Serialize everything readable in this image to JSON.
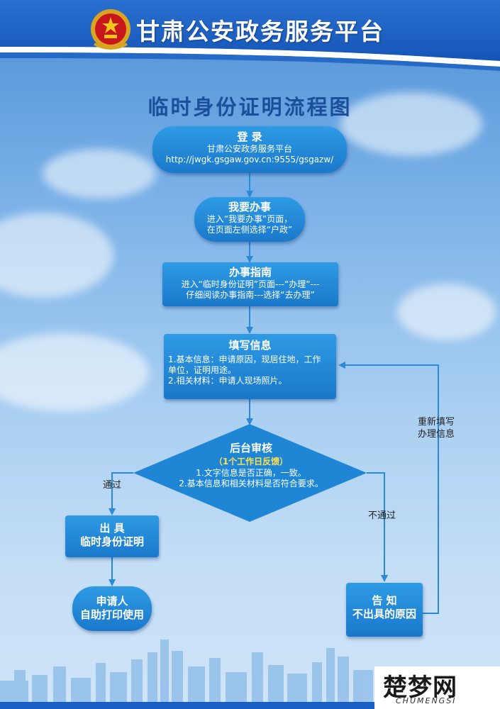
{
  "header": {
    "title": "甘肃公安政务服务平台"
  },
  "page_title": "临时身份证明流程图",
  "colors": {
    "node": "#1f86d6",
    "title": "#1b4f99",
    "accent_yellow": "#ffe14a",
    "connector": "#2a8ad8"
  },
  "nodes": {
    "login": {
      "title": "登 录",
      "lines": [
        "甘肃公安政务服务平台",
        "http://jwgk.gsgaw.gov.cn:9555/gsgazw/"
      ]
    },
    "my_business": {
      "title": "我要办事",
      "lines": [
        "进入“我要办事”页面，",
        "在页面左侧选择“户政”"
      ]
    },
    "guide": {
      "title": "办事指南",
      "lines": [
        "进入“临时身份证明”页面---“办理”---",
        "仔细阅读办事指南---选择“去办理”"
      ]
    },
    "fill_info": {
      "title": "填写信息",
      "lines": [
        "1.基本信息：申请原因，现居住地，工作",
        "单位，证明用途。",
        "2.相关材料：申请人现场照片。"
      ]
    },
    "review": {
      "title": "后台审核",
      "subtitle": "（1个工作日反馈）",
      "lines": [
        "1.文字信息是否正确，一致。",
        "2.基本信息和相关材料是否符合要求。"
      ]
    },
    "issue": {
      "title": "出 具",
      "lines": [
        "临时身份证明"
      ]
    },
    "self_print": {
      "title": "申请人",
      "lines": [
        "自助打印使用"
      ]
    },
    "notify": {
      "title": "告 知",
      "lines": [
        "不出具的原因"
      ]
    }
  },
  "edge_labels": {
    "pass": "通过",
    "fail": "不通过",
    "refill": [
      "重新填写",
      "办理信息"
    ]
  },
  "watermark": {
    "main": "楚梦网",
    "sub": "CHUMENGSI"
  }
}
